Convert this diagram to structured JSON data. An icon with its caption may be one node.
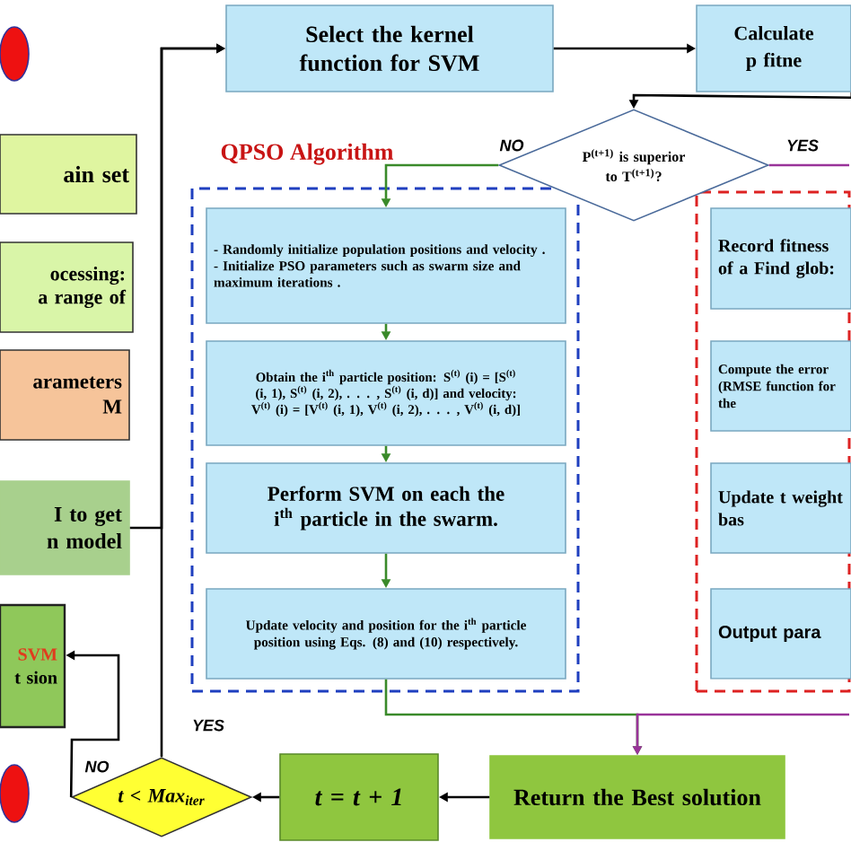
{
  "diagram": {
    "nodes": [
      {
        "text": [],
        "shape": "circle"
      },
      {
        "text": [
          "ain set"
        ]
      },
      {
        "text": [
          "ocessing: a range of"
        ]
      },
      {
        "text": [
          "arameters M"
        ]
      },
      {
        "text": [
          "I to get n model"
        ]
      },
      {
        "text": [
          "SVM",
          "t sion"
        ]
      },
      {
        "text": [],
        "shape": "circle"
      },
      {
        "text": [
          "Select the kernel function for SVM"
        ]
      },
      {
        "text": [
          "Calculate p fitne"
        ]
      },
      {
        "text": [
          "P$^{(t+1)}$ is superior to T$^{(t+1)}$?"
        ]
      },
      {
        "text": [
          "QPSO Algorithm"
        ]
      },
      {
        "text": [
          "- Randomly initialize population positions and velocity .",
          "- Initialize PSO parameters such as swarm size and maximum iterations ."
        ],
        "in": 10
      },
      {
        "text": [
          "Obtain the i$^{th}$ particle position: S$^{(t)}$ (i) = [S$^{(t)}$ (i, 1), S$^{(t)}$ (i, 2), . . . , S$^{(t)}$ (i, d)] and velocity: V$^{(t)}$ (i) = [V$^{(t)}$ (i, 1), V$^{(t)}$ (i, 2), . . . , V$^{(t)}$ (i, d)]"
        ],
        "in": 10
      },
      {
        "text": [
          "Perform SVM on each the i$^{th}$ particle in the swarm."
        ],
        "in": 10
      },
      {
        "text": [
          "Update velocity and position for the i$^{th}$ particle position using Eqs. (8) and (10) respectively."
        ],
        "in": 10
      },
      {
        "text": [],
        "shape": "box"
      },
      {
        "text": [
          "Record fitness of a Find glob:"
        ],
        "in": 15
      },
      {
        "text": [
          "Compute the error (RMSE function for the"
        ],
        "in": 15
      },
      {
        "text": [
          "Update t weight bas"
        ],
        "in": 15
      },
      {
        "text": [
          "Output para"
        ],
        "in": 15
      },
      {
        "text": [
          "Return the Best solution"
        ]
      },
      {
        "text": [
          "t = t + 1"
        ]
      },
      {
        "text": [
          "t < Max$_{iter}$"
        ]
      }
    ],
    "edges": [
      {
        "from": 7,
        "to": 8,
        "arrow": "to"
      },
      {
        "from": 8,
        "to": 9,
        "arrow": "to"
      },
      {
        "from": 9,
        "to": 11,
        "arrow": "to",
        "label": "NO",
        "color": "#3a8a2a"
      },
      {
        "from": 9,
        "to": null,
        "arrow": "none",
        "label": "YES",
        "color": "#993399"
      },
      {
        "from": 11,
        "to": 12,
        "arrow": "to",
        "color": "#3a8a2a"
      },
      {
        "from": 12,
        "to": 13,
        "arrow": "to",
        "color": "#3a8a2a"
      },
      {
        "from": 13,
        "to": 14,
        "arrow": "to",
        "color": "#3a8a2a"
      },
      {
        "from": 14,
        "to": 20,
        "arrow": "to",
        "color": "#3a8a2a"
      },
      {
        "from": null,
        "to": 20,
        "arrow": "to",
        "color": "#993399"
      },
      {
        "from": 20,
        "to": 21,
        "arrow": "to"
      },
      {
        "from": 21,
        "to": 22,
        "arrow": "to"
      },
      {
        "from": 22,
        "to": 7,
        "arrow": "to",
        "label": "YES"
      },
      {
        "from": 4,
        "to": 7,
        "arrow": "to"
      },
      {
        "from": 22,
        "to": 5,
        "arrow": "to",
        "label": "NO"
      }
    ]
  }
}
